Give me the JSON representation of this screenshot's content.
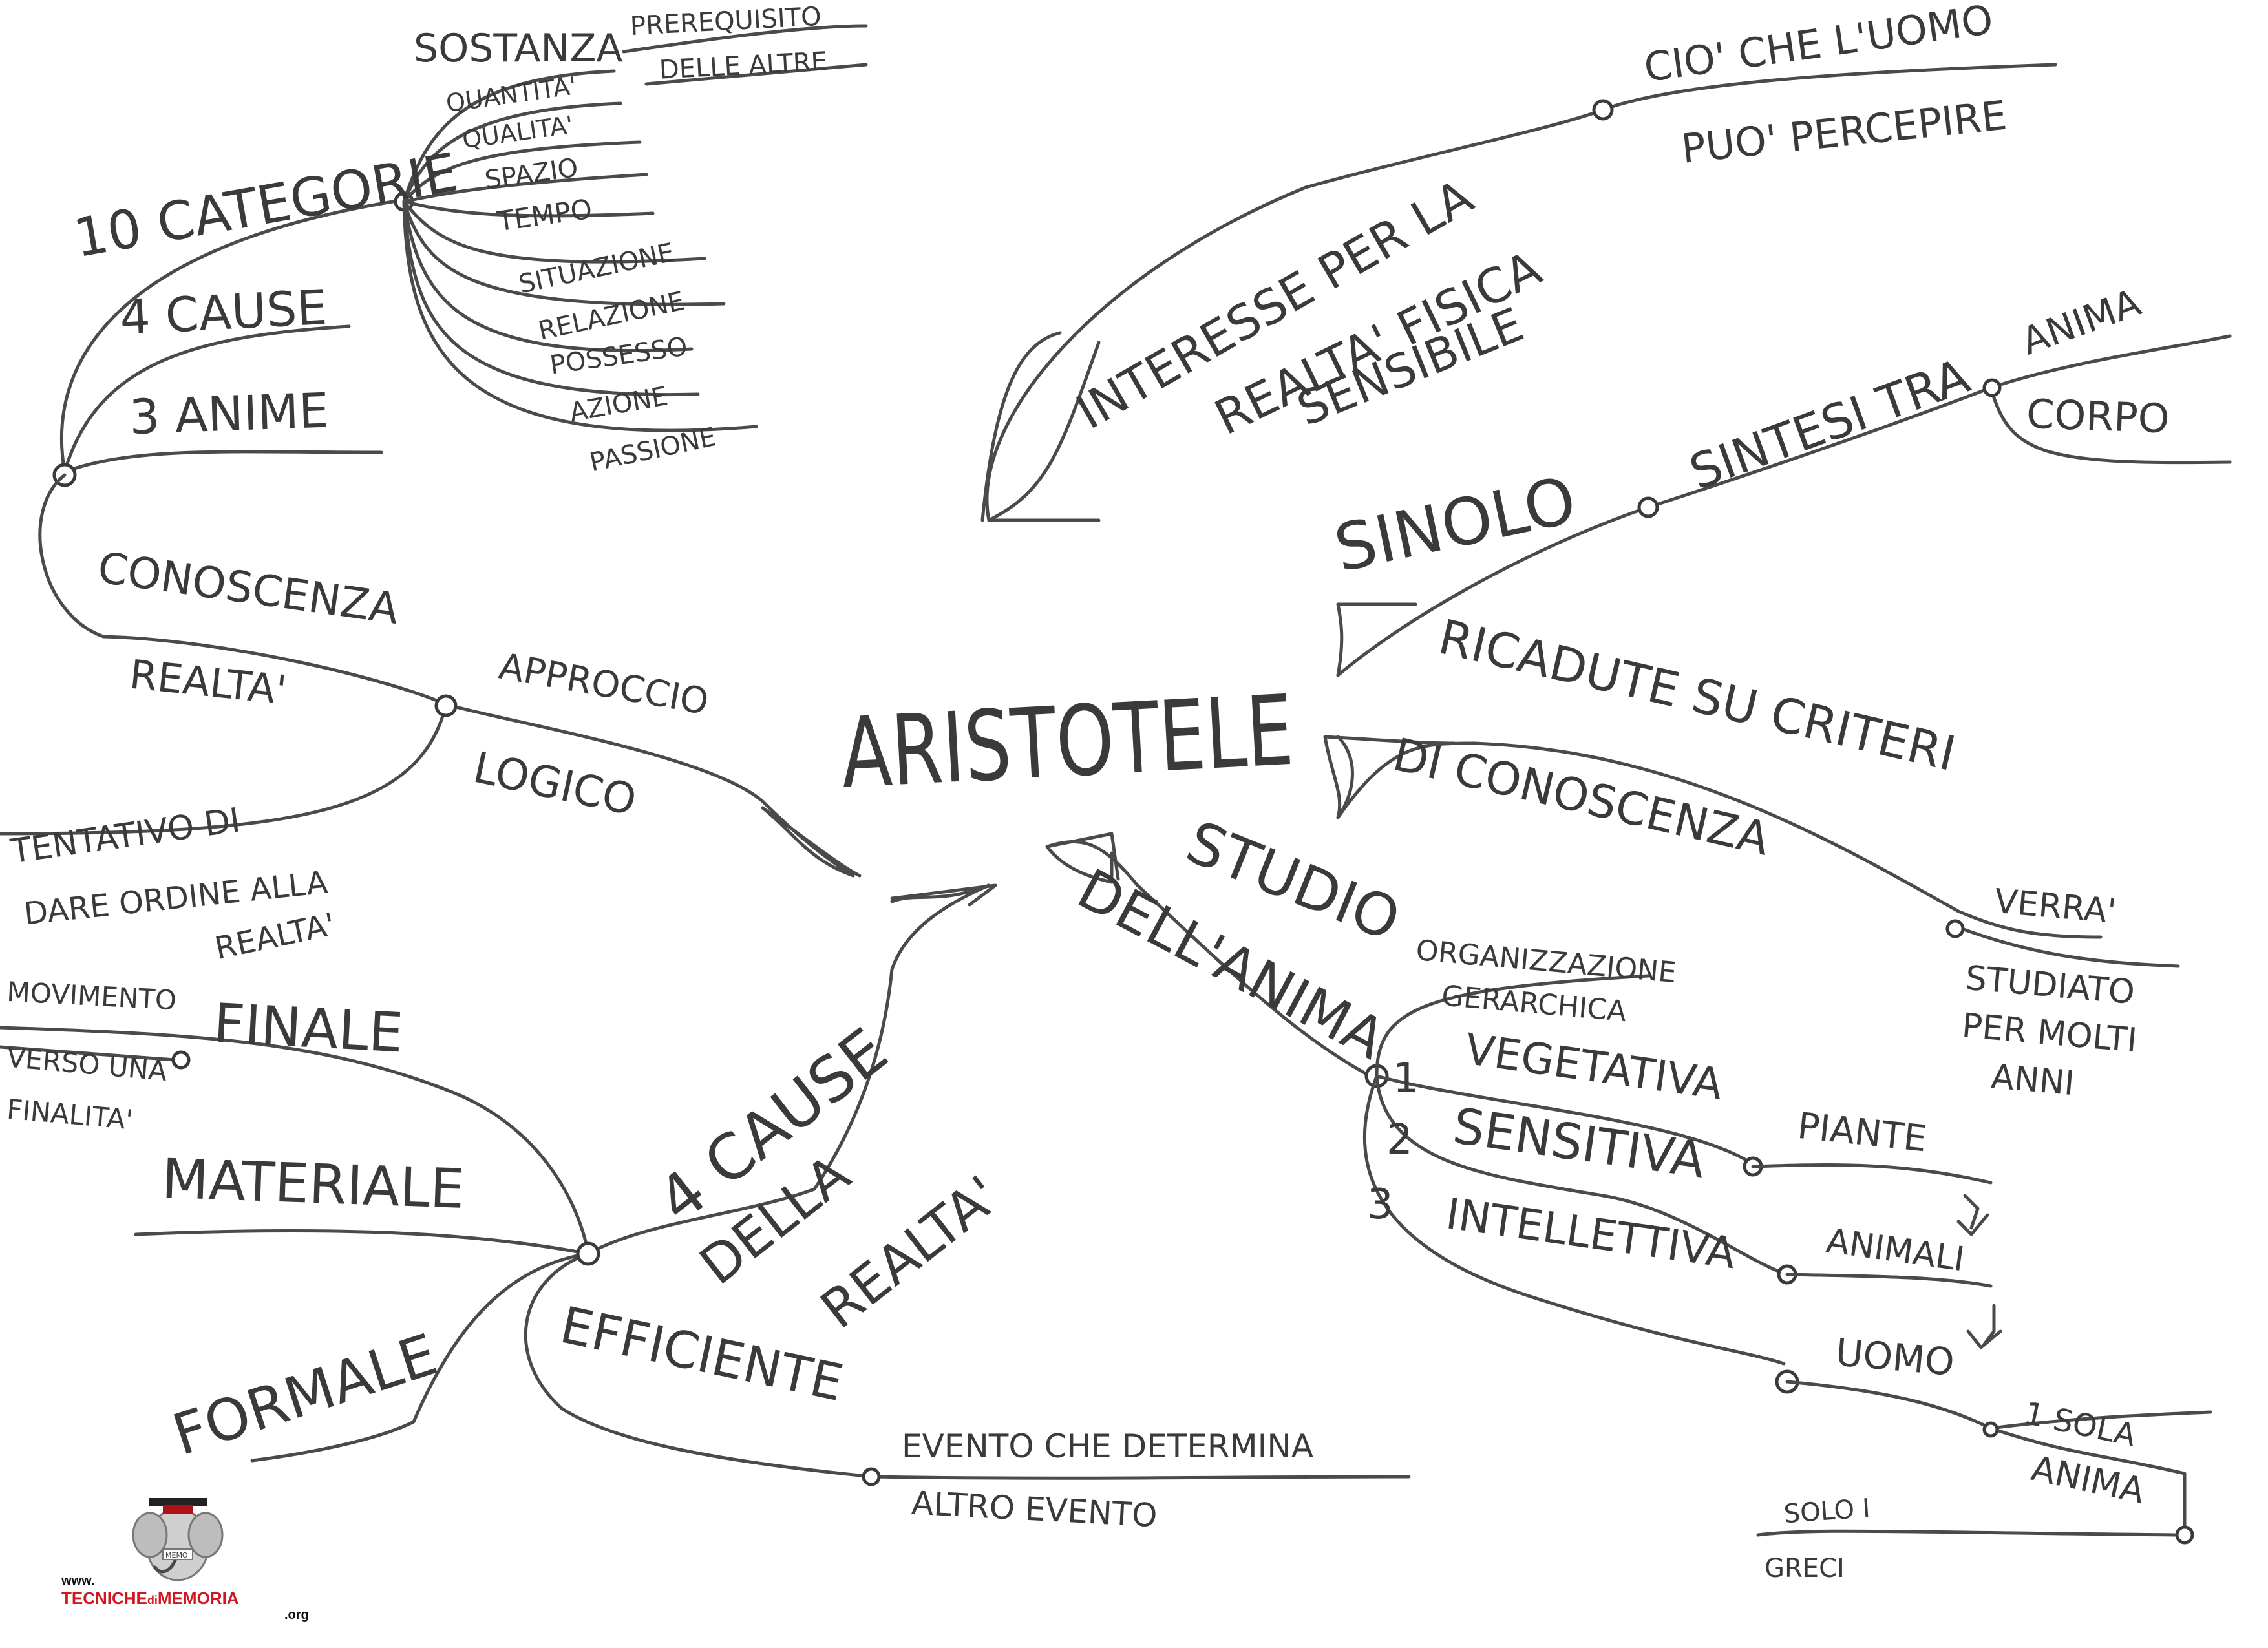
{
  "title": "ARISTOTELE",
  "branches": {
    "categorie": {
      "label": "10 CATEGORIE",
      "items": [
        "SOSTANZA",
        "QUANTITA'",
        "QUALITA'",
        "SPAZIO",
        "TEMPO",
        "SITUAZIONE",
        "RELAZIONE",
        "POSSESSO",
        "AZIONE",
        "PASSIONE"
      ],
      "sostanza_note_1": "PREREQUISITO",
      "sostanza_note_2": "DELLE ALTRE",
      "cause_link": "4 CAUSE",
      "anime_link": "3 ANIME"
    },
    "conoscenza": {
      "line1": "CONOSCENZA",
      "line2": "REALTA'",
      "approccio": "APPROCCIO",
      "logico": "LOGICO",
      "tentativo_1": "TENTATIVO DI",
      "tentativo_2": "DARE ORDINE ALLA",
      "tentativo_3": "REALTA'"
    },
    "interesse": {
      "line1": "INTERESSE PER LA",
      "line2": "REALTA' FISICA",
      "line3": "SENSIBILE",
      "note_1": "CIO' CHE L'UOMO",
      "note_2": "PUO' PERCEPIRE"
    },
    "sinolo": {
      "label": "SINOLO",
      "sintesi": "SINTESI TRA",
      "anima": "ANIMA",
      "corpo": "CORPO"
    },
    "ricadute": {
      "line1": "RICADUTE SU CRITERI",
      "line2": "DI CONOSCENZA",
      "verra": "VERRA'",
      "studiato_1": "STUDIATO",
      "studiato_2": "PER MOLTI",
      "studiato_3": "ANNI"
    },
    "anima": {
      "line1": "STUDIO",
      "line2": "DELL'ANIMA",
      "org_1": "ORGANIZZAZIONE",
      "org_2": "GERARCHICA",
      "n1": "1",
      "vegetativa": "VEGETATIVA",
      "piante": "PIANTE",
      "n2": "2",
      "sensitiva": "SENSITIVA",
      "animali": "ANIMALI",
      "n3": "3",
      "intellettiva": "INTELLETTIVA",
      "uomo": "UOMO",
      "sola_1": "1 SOLA",
      "sola_2": "ANIMA",
      "greci_1": "SOLO I",
      "greci_2": "GRECI"
    },
    "cause": {
      "line1": "4 CAUSE",
      "line2": "DELLA",
      "line3": "REALTA'",
      "finale": "FINALE",
      "movimento_1": "MOVIMENTO",
      "movimento_2": "VERSO UNA",
      "movimento_3": "FINALITA'",
      "materiale": "MATERIALE",
      "formale": "FORMALE",
      "efficiente": "EFFICIENTE",
      "evento_1": "EVENTO CHE DETERMINA",
      "evento_2": "ALTRO EVENTO"
    }
  },
  "logo": {
    "url": "www.",
    "brand_1": "TECNICHE",
    "brand_mid": "di",
    "brand_2": "MEMORIA",
    "org": ".org",
    "badge": "MEMO",
    "icon": "elephant-mascot-icon"
  },
  "colors": {
    "ink": "#3a3a3a",
    "paper": "#ffffff",
    "logo_red": "#d0161e"
  }
}
